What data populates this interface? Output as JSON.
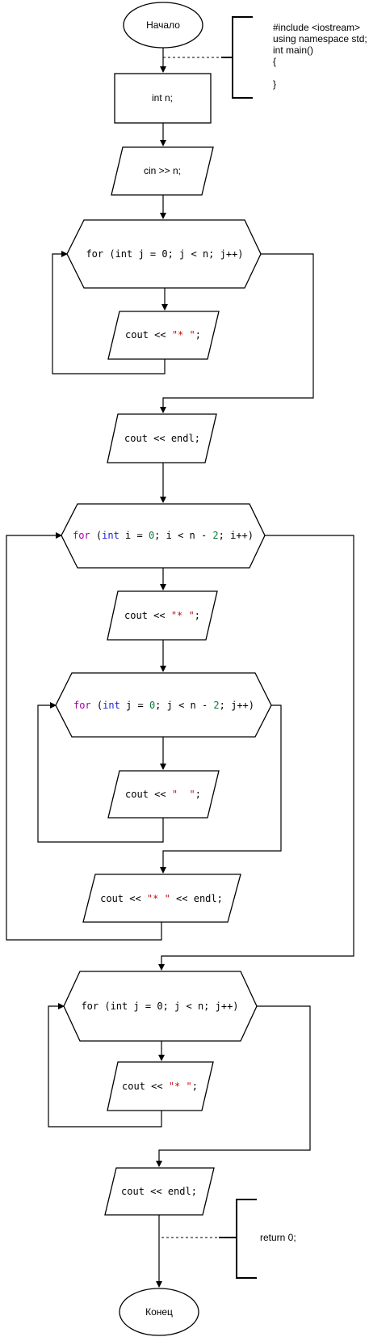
{
  "start": "Начало",
  "end": "Конец",
  "header_comment": [
    "#include <iostream>",
    "using namespace std;",
    "int main()",
    "{",
    "",
    "}"
  ],
  "decl": "int n;",
  "input": "cin >> n;",
  "loop1": "for (int j = 0; j < n; j++)",
  "out1": {
    "pre": "cout << ",
    "str": "\"* \"",
    "post": ";"
  },
  "endl1": "cout << endl;",
  "loop2": {
    "kw": "for",
    "a": " (",
    "ty": "int",
    "b": " i = ",
    "n0": "0",
    "c": "; i < n - ",
    "n2": "2",
    "d": "; i++)"
  },
  "out2": {
    "pre": "cout << ",
    "str": "\"* \"",
    "post": ";"
  },
  "loop3": {
    "kw": "for",
    "a": " (",
    "ty": "int",
    "b": " j = ",
    "n0": "0",
    "c": "; j < n - ",
    "n2": "2",
    "d": "; j++)"
  },
  "out3": {
    "pre": "cout << ",
    "str": "\"  \"",
    "post": ";"
  },
  "out4": {
    "pre": "cout << ",
    "str": "\"* \"",
    "post": " << endl;"
  },
  "loop4": "for (int j = 0; j < n; j++)",
  "out5": {
    "pre": "cout << ",
    "str": "\"* \"",
    "post": ";"
  },
  "endl2": "cout << endl;",
  "return_comment": "return 0;"
}
